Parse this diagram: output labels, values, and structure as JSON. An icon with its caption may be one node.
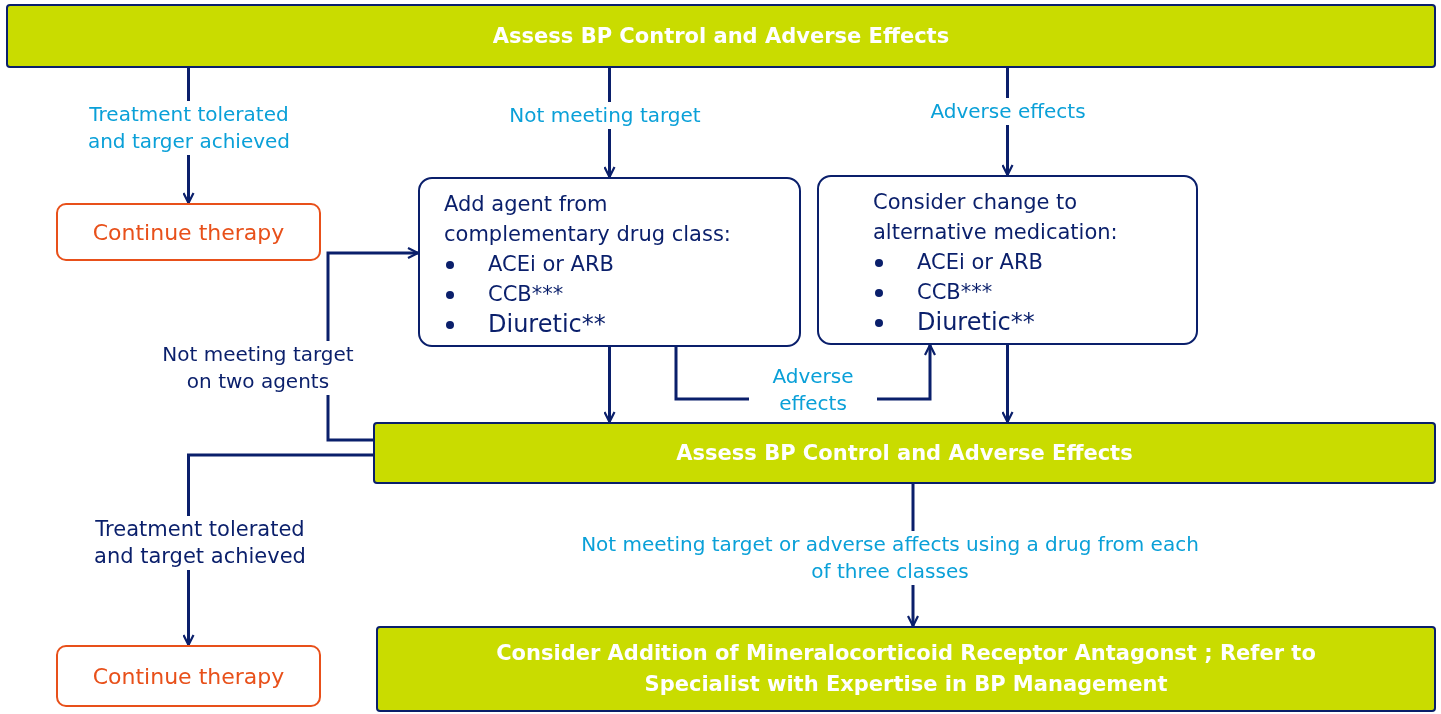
{
  "diagram": {
    "nodes": [
      {
        "text": [
          "Assess BP Control and Adverse Effects"
        ]
      },
      {
        "text": [
          "Continue therapy"
        ]
      },
      {
        "text": [
          "Add agent from complementary drug class:",
          "ACEi or ARB",
          "CCB***",
          "Diuretic**"
        ]
      },
      {
        "text": [
          "Consider change to alternative medication:",
          "ACEi or ARB",
          "CCB***",
          "Diuretic**"
        ]
      },
      {
        "text": [
          "Assess BP Control and Adverse Effects"
        ]
      },
      {
        "text": [
          "Continue therapy"
        ]
      },
      {
        "text": [
          "Consider Addition of Mineralocorticoid Receptor Antagonst ; Refer to Specialist with Expertise in BP Management"
        ]
      }
    ],
    "edges": [
      {
        "from": 0,
        "to": 1,
        "arrow": "to",
        "label": "Treatment tolerated and targer achieved"
      },
      {
        "from": 0,
        "to": 2,
        "arrow": "to",
        "label": "Not meeting target"
      },
      {
        "from": 0,
        "to": 3,
        "arrow": "to",
        "label": "Adverse effects"
      },
      {
        "from": 2,
        "to": 4,
        "arrow": "to"
      },
      {
        "from": 3,
        "to": 4,
        "arrow": "to"
      },
      {
        "from": 2,
        "to": 3,
        "arrow": "to",
        "label": "Adverse effects"
      },
      {
        "from": 4,
        "to": 2,
        "arrow": "to",
        "label": "Not meeting target on two agents"
      },
      {
        "from": 4,
        "to": 5,
        "arrow": "to",
        "label": "Treatment tolerated and target achieved"
      },
      {
        "from": 4,
        "to": 6,
        "arrow": "to",
        "label": "Not meeting target or adverse affects using a drug from each of three classes"
      }
    ]
  }
}
